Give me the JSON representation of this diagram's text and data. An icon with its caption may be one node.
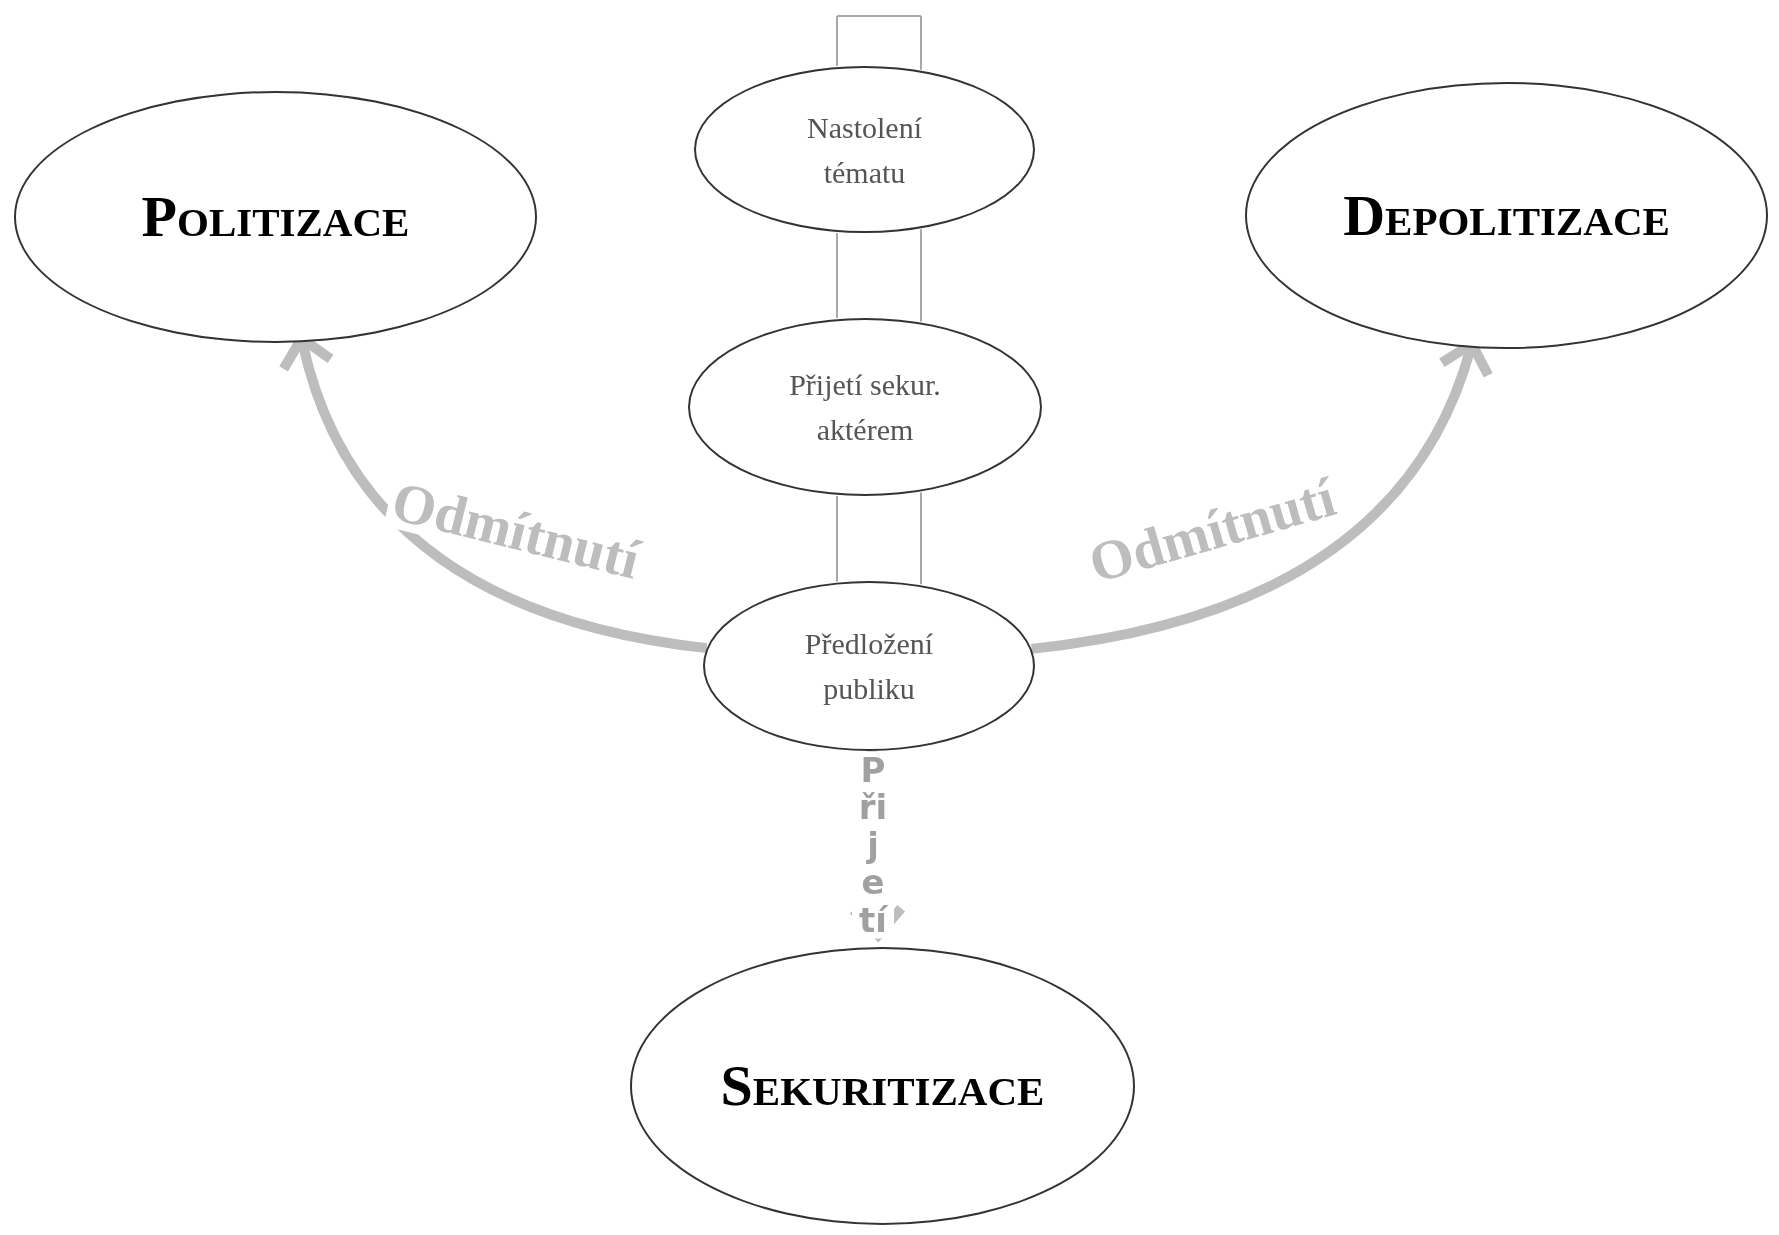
{
  "diagram": {
    "nodes": [
      {
        "text": [
          "Politizace"
        ]
      },
      {
        "text": [
          "Nastolení tématu"
        ]
      },
      {
        "text": [
          "Přijetí sekur. aktérem"
        ]
      },
      {
        "text": [
          "Předložení publiku"
        ]
      },
      {
        "text": [
          "Depolitizace"
        ]
      },
      {
        "text": [
          "Sekuritizace"
        ]
      }
    ],
    "edges": [
      {
        "from": 3,
        "to": 0,
        "arrow": "to",
        "label": "Odmítnutí",
        "color": "#bdbdbd"
      },
      {
        "from": 3,
        "to": 4,
        "arrow": "to",
        "label": "Odmítnutí",
        "color": "#bdbdbd"
      },
      {
        "from": 3,
        "to": 5,
        "arrow": "to",
        "label": "Přijetí",
        "color": "#bdbdbd"
      }
    ]
  }
}
